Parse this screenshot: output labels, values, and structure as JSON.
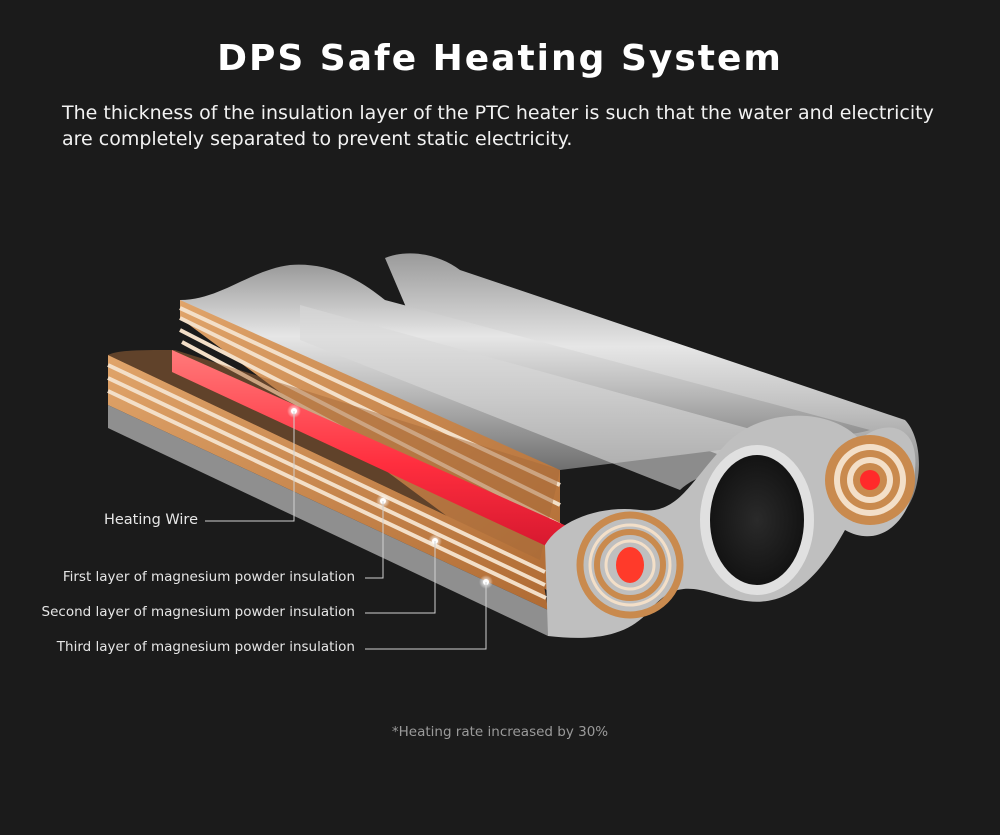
{
  "header": {
    "title": "DPS Safe Heating System",
    "subtitle": "The thickness of the insulation layer of the PTC heater is such that the water and electricity are completely separated to prevent static electricity."
  },
  "callouts": [
    {
      "label": "Heating Wire"
    },
    {
      "label": "First layer of magnesium powder insulation"
    },
    {
      "label": "Second layer of magnesium powder insulation"
    },
    {
      "label": "Third layer of magnesium powder insulation"
    }
  ],
  "footnote": "*Heating rate increased by 30%",
  "colors": {
    "background": "#1b1b1b",
    "metal": "#c9c9c9",
    "copper": "#c98a4e",
    "insulation": "#f0dcc4",
    "heating_wire": "#ff3b3b"
  }
}
